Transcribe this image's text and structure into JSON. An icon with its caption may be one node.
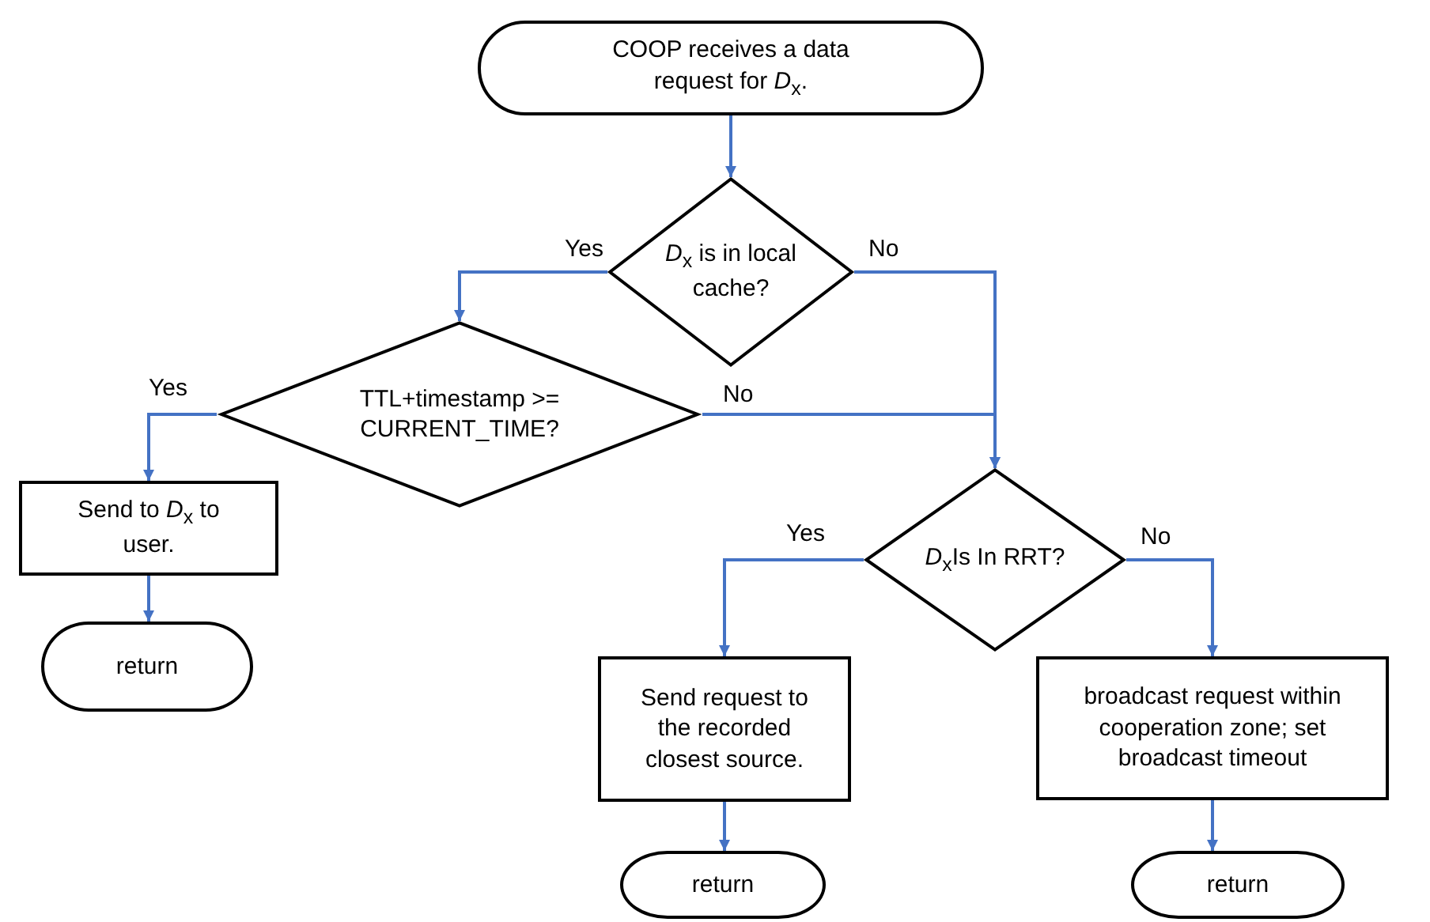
{
  "diagram": {
    "nodes": [
      {
        "text": [
          "COOP receives a data request for *D*$_{x}$."
        ]
      },
      {
        "text": [
          "*D*$_{x}$ is in local cache?"
        ]
      },
      {
        "text": [
          "TTL+timestamp >= CURRENT_TIME?"
        ]
      },
      {
        "text": [
          "Send to *D*$_{x}$ to user."
        ]
      },
      {
        "text": [
          "return"
        ]
      },
      {
        "text": [
          "*D*$_{x}$Is In RRT?"
        ]
      },
      {
        "text": [
          "Send request to the recorded closest source."
        ]
      },
      {
        "text": [
          "broadcast request within cooperation zone; set broadcast timeout"
        ]
      },
      {
        "text": [
          "return"
        ]
      },
      {
        "text": [
          "return"
        ]
      }
    ],
    "edges": [
      {
        "from": 0,
        "to": 1,
        "arrow": "to"
      },
      {
        "from": 1,
        "to": 2,
        "arrow": "to",
        "label": "Yes"
      },
      {
        "from": 1,
        "to": 5,
        "arrow": "to",
        "label": "No"
      },
      {
        "from": 2,
        "to": 3,
        "arrow": "to",
        "label": "Yes"
      },
      {
        "from": 2,
        "to": 5,
        "arrow": "to",
        "label": "No"
      },
      {
        "from": 3,
        "to": 4,
        "arrow": "to"
      },
      {
        "from": 5,
        "to": 6,
        "arrow": "to",
        "label": "Yes"
      },
      {
        "from": 5,
        "to": 7,
        "arrow": "to",
        "label": "No"
      },
      {
        "from": 6,
        "to": 8,
        "arrow": "to"
      },
      {
        "from": 7,
        "to": 9,
        "arrow": "to"
      }
    ]
  }
}
